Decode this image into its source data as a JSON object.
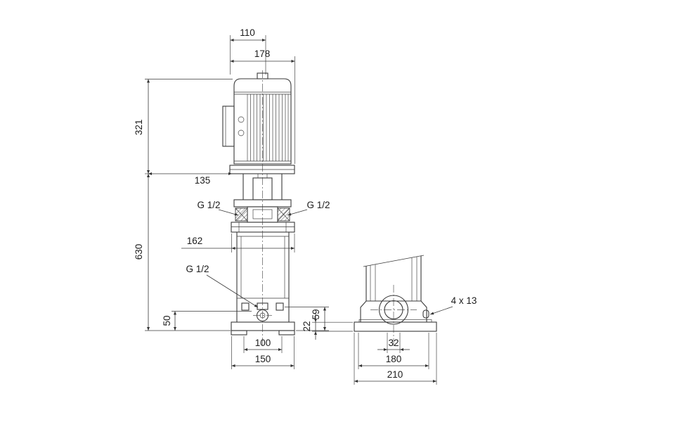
{
  "drawing_type": "pump-dimensional-drawing",
  "colors": {
    "line": "#3a3a3a",
    "background": "#ffffff",
    "text": "#1c1c1c"
  },
  "front_view": {
    "dim_110": "110",
    "dim_178": "178",
    "dim_321": "321",
    "dim_135": "135",
    "port_top_left": "G 1/2",
    "port_top_right": "G 1/2",
    "dim_162": "162",
    "dim_630": "630",
    "port_drain": "G 1/2",
    "dim_50": "50",
    "dim_59": "59",
    "dim_100": "100",
    "dim_150": "150"
  },
  "side_view": {
    "dim_22": "22",
    "bolt_holes": "4 x 13",
    "dim_32": "32",
    "dim_180": "180",
    "dim_210": "210"
  }
}
